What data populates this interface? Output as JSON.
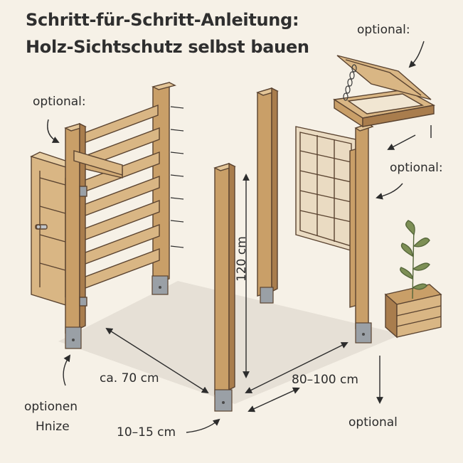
{
  "title": {
    "line1": "Schritt-für-Schritt-Anleitung:",
    "line2": "Holz-Sichtschutz selbst bauen"
  },
  "labels": {
    "optional_top_right": "optional:",
    "optional_left": "optional:",
    "optional_right": "optional:",
    "height": "120 cm",
    "width_left": "ca. 70 cm",
    "width_right": "80–100 cm",
    "optionen": "optionen",
    "hnize": "Hnize",
    "depth": "10–15 cm",
    "optional_bottom": "optional"
  },
  "colors": {
    "wood_light": "#d9b684",
    "wood_mid": "#c99f68",
    "wood_dark": "#a97d4d",
    "outline": "#5a4330",
    "metal": "#9aa0a6",
    "ground": "#e6e0d6",
    "background": "#f6f1e7",
    "plant": "#7d8f55"
  },
  "icons": [
    "chain-icon",
    "post-anchor-icon",
    "plant-icon",
    "door-handle-icon"
  ]
}
